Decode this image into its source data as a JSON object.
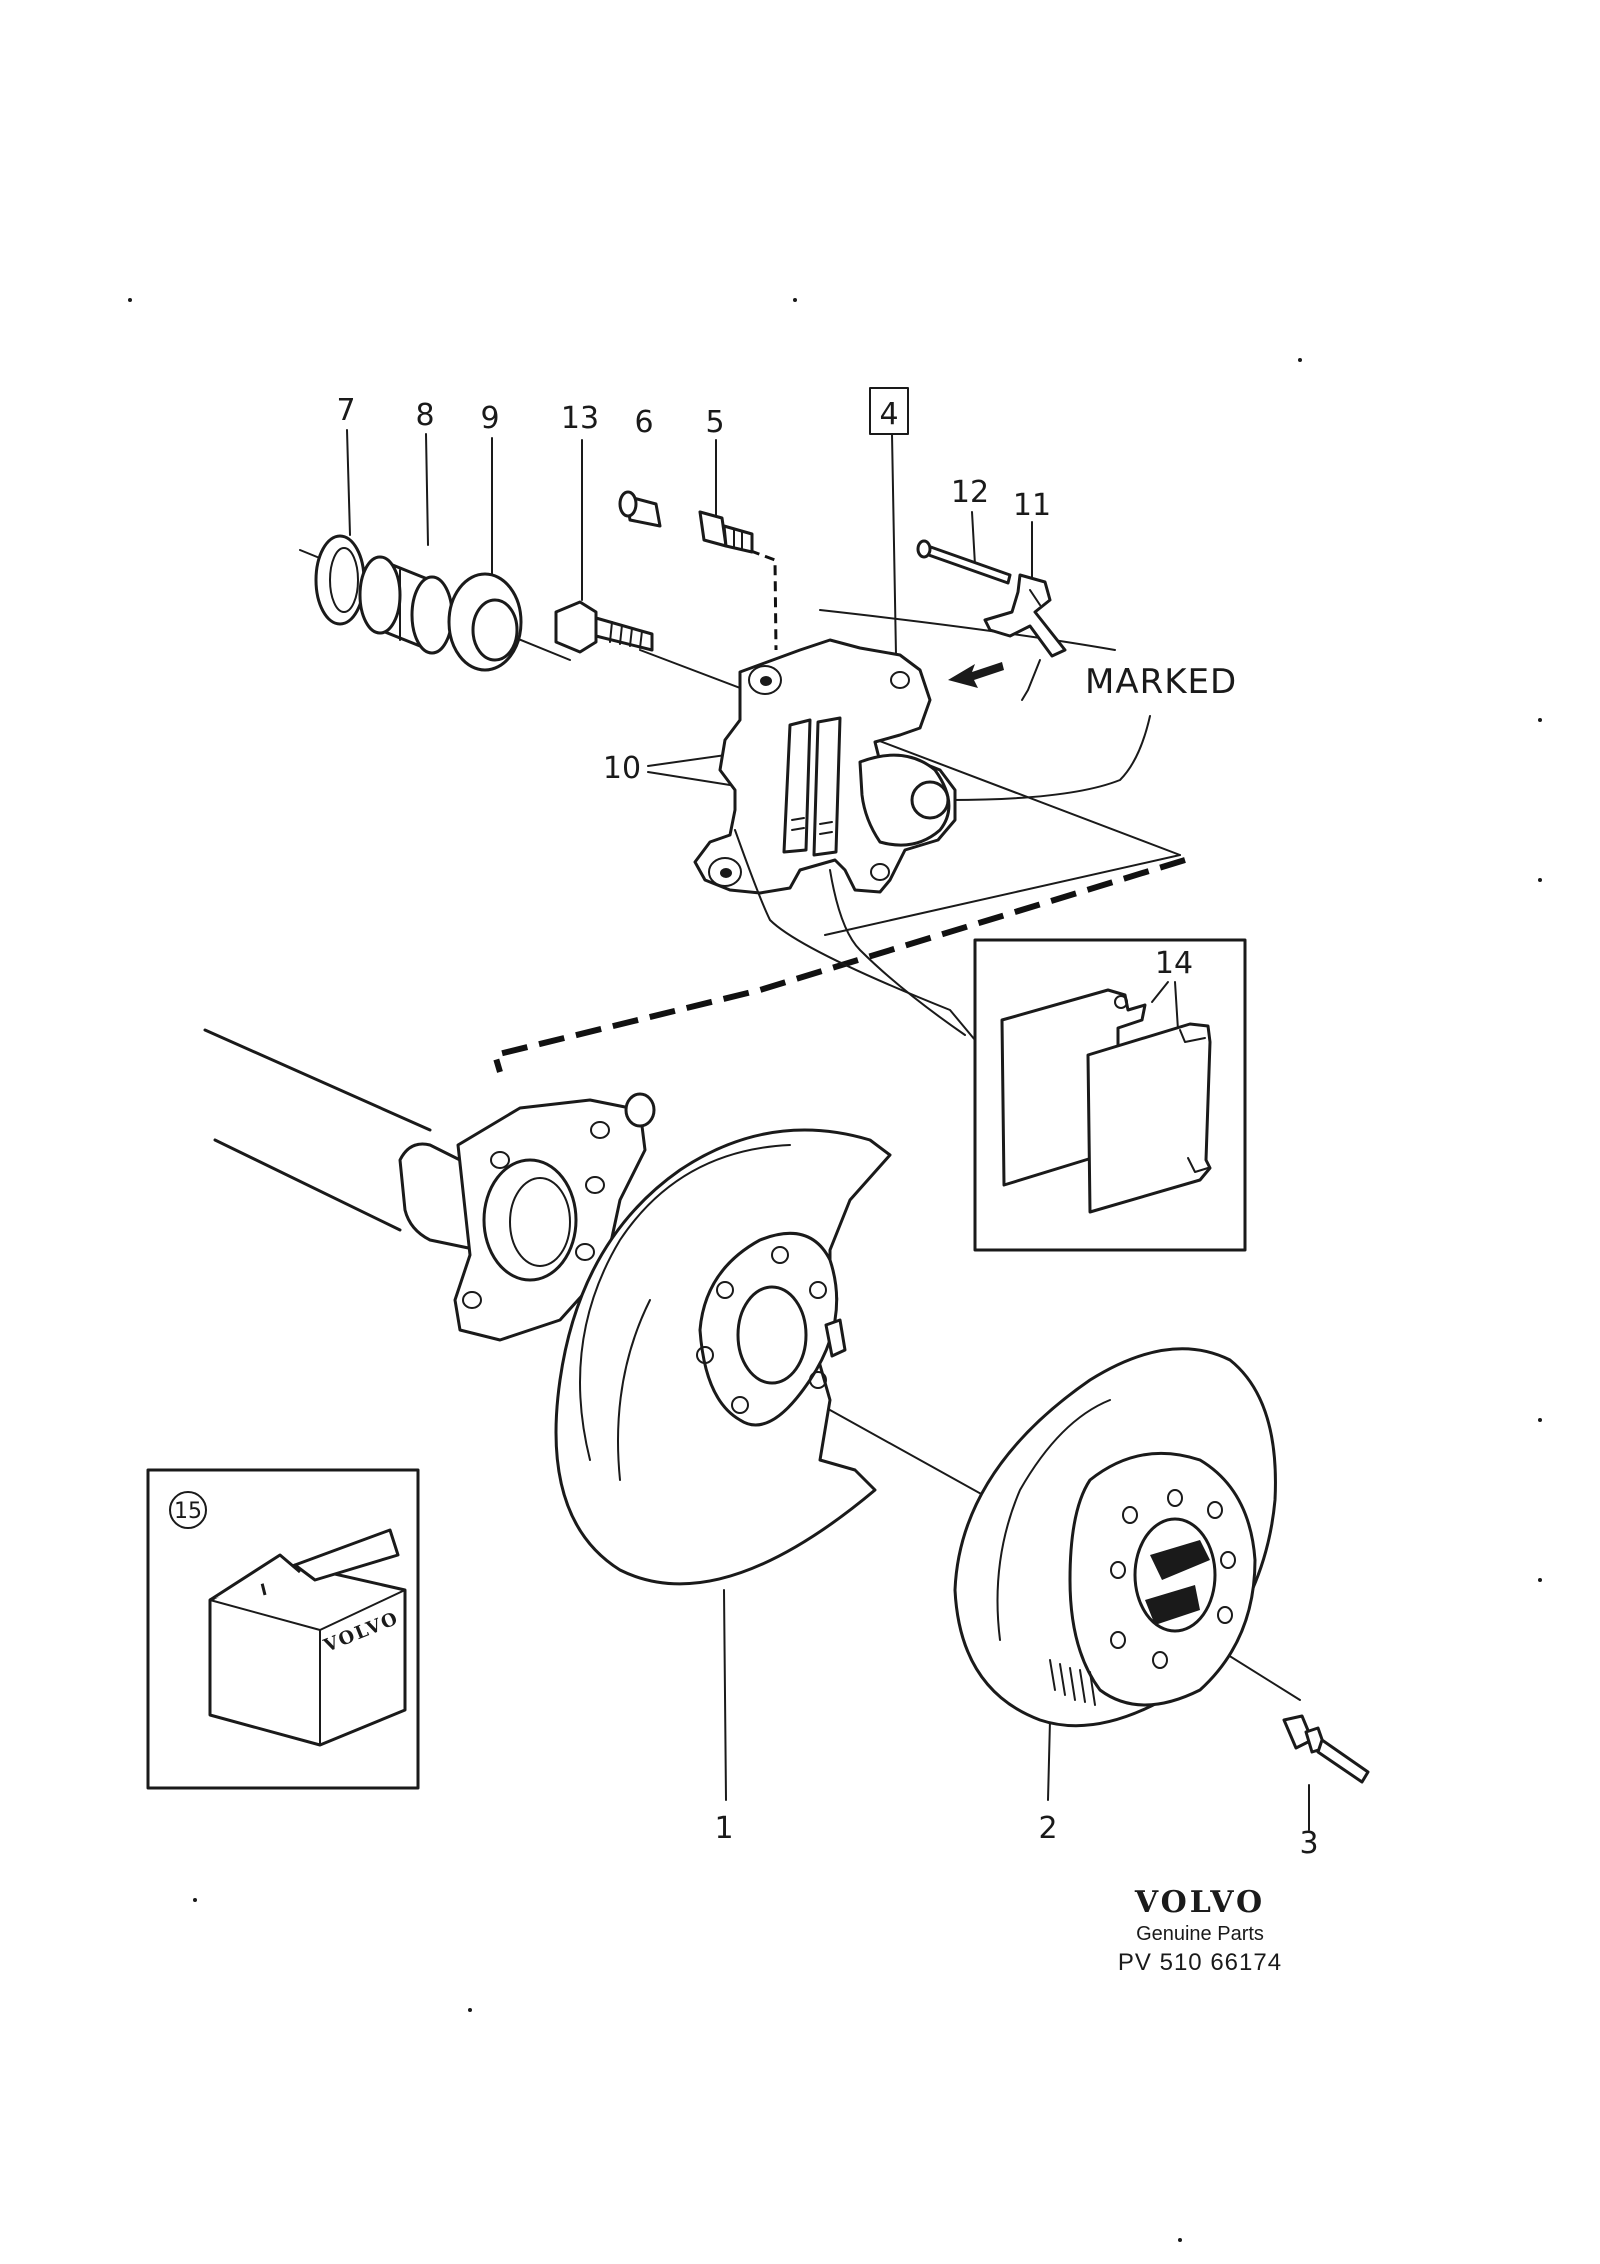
{
  "diagram": {
    "callouts": {
      "c1": "1",
      "c2": "2",
      "c3": "3",
      "c4": "4",
      "c5": "5",
      "c6": "6",
      "c7": "7",
      "c8": "8",
      "c9": "9",
      "c10": "10",
      "c11": "11",
      "c12": "12",
      "c13": "13",
      "c14": "14",
      "c15": "15"
    },
    "marked_label": "MARKED",
    "box_logo": "VOLVO"
  },
  "branding": {
    "logo": "VOLVO",
    "subtitle": "Genuine Parts",
    "part_ref": "PV 510 66174"
  }
}
